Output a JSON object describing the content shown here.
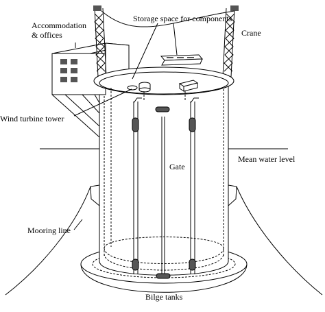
{
  "labels": {
    "accommodation_line1": "Accommodation",
    "accommodation_line2": "& offices",
    "storage": "Storage space for components",
    "crane": "Crane",
    "wind_turbine_tower": "Wind turbine tower",
    "mean_water_level": "Mean water level",
    "gate": "Gate",
    "mooring_line": "Mooring line",
    "bilge_tanks": "Bilge tanks"
  },
  "colors": {
    "stroke": "#000000",
    "fill": "#ffffff",
    "dark_fill": "#555555"
  }
}
